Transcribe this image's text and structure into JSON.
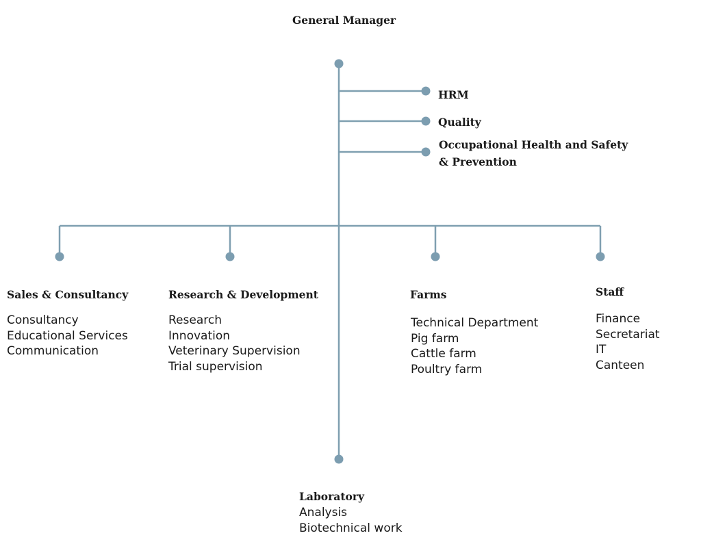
{
  "top": {
    "title": "General Manager"
  },
  "staff_functions": [
    {
      "label": "HRM"
    },
    {
      "label": "Quality"
    },
    {
      "label": "Occupational Health and Safety & Prevention"
    }
  ],
  "departments": {
    "sales": {
      "title": "Sales & Consultancy",
      "items": [
        "Consultancy",
        "Educational Services",
        "Communication"
      ]
    },
    "rnd": {
      "title": "Research & Development",
      "items": [
        "Research",
        "Innovation",
        "Veterinary Supervision",
        "Trial supervision"
      ]
    },
    "farms": {
      "title": "Farms",
      "items": [
        "Technical Department",
        "Pig farm",
        "Cattle farm",
        "Poultry farm"
      ]
    },
    "staff": {
      "title": "Staff",
      "items": [
        "Finance",
        "Secretariat",
        "IT",
        "Canteen"
      ]
    },
    "laboratory": {
      "title": "Laboratory",
      "items": [
        "Analysis",
        "Biotechnical work"
      ]
    }
  },
  "colors": {
    "connector": "#7f9fb0",
    "node": "#7c9db0",
    "text": "#1a1a1a"
  }
}
